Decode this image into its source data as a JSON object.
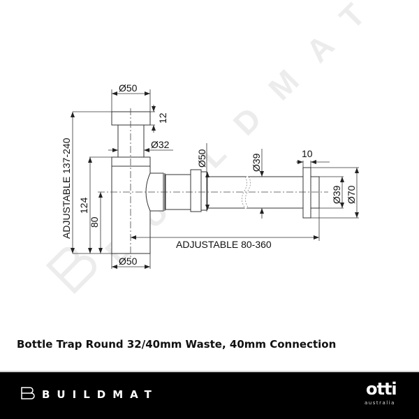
{
  "drawing": {
    "subject": "Bottle trap technical drawing",
    "dimensions": {
      "top_cap_diameter": "Ø50",
      "top_cap_height": "12",
      "stem_diameter": "Ø32",
      "overall_height": "ADJUSTABLE 137-240",
      "body_height": "124",
      "outlet_center_height": "80",
      "body_diameter": "Ø50",
      "outlet_nut_diameter": "Ø50",
      "pipe_diameter": "Ø39",
      "flange_thickness": "10",
      "flange_inner_diameter": "Ø39",
      "flange_outer_diameter": "Ø70",
      "outlet_length": "ADJUSTABLE 80-360"
    },
    "watermark": "BUILDMAT"
  },
  "product": {
    "title": "Bottle Trap Round 32/40mm Waste, 40mm Connection"
  },
  "footer": {
    "brand": "BUILDMAT",
    "partner_name": "otti",
    "partner_sub": "australia",
    "background": "#000000"
  }
}
